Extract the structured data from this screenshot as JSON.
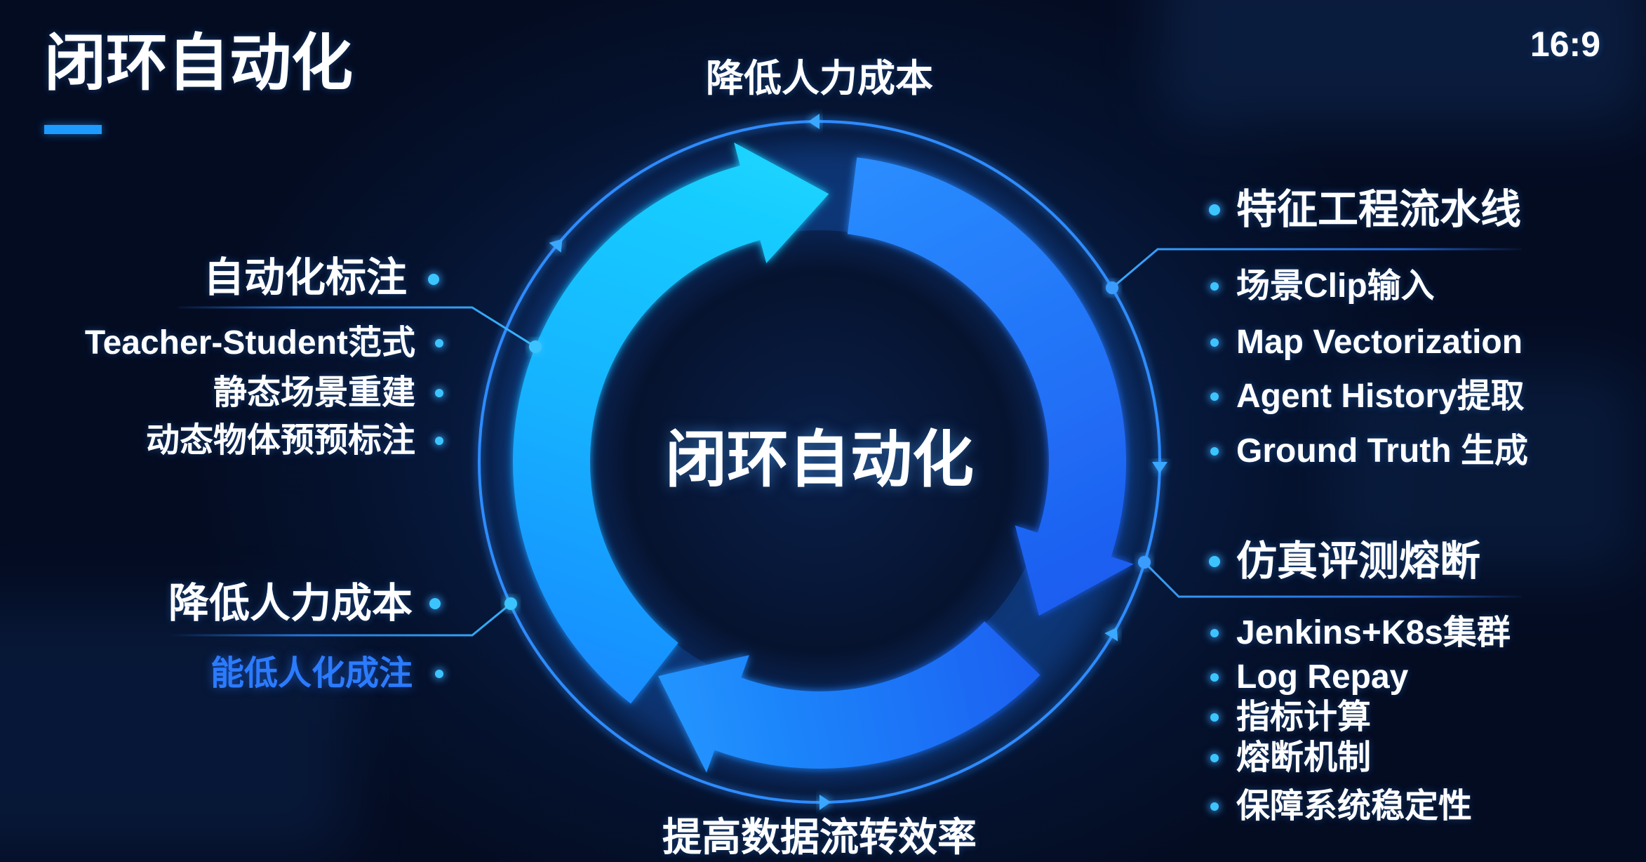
{
  "title": "闭环自动化",
  "aspect_label": "16:9",
  "diagram": {
    "center_label": "闭环自动化",
    "top_label": "降低人力成本",
    "bottom_label": "提高数据流转效率",
    "left_groups": [
      {
        "heading": "自动化标注",
        "items": [
          "Teacher-Student范式",
          "静态场景重建",
          "动态物体预预标注"
        ]
      },
      {
        "heading": "降低人力成本",
        "items": [
          "能低人化成注"
        ]
      }
    ],
    "right_groups": [
      {
        "heading": "特征工程流水线",
        "items": [
          "场景Clip输入",
          "Map Vectorization",
          "Agent History提取",
          "Ground Truth 生成"
        ]
      },
      {
        "heading": "仿真评测熔断",
        "items": [
          "Jenkins+K8s集群",
          "Log Repay",
          "指标计算",
          "熔断机制",
          "保障系统稳定性"
        ]
      }
    ]
  },
  "colors": {
    "background": "#061330",
    "accent": "#1e9bff",
    "ring": "#2d8cff",
    "highlight_text": "#2b7bff"
  }
}
